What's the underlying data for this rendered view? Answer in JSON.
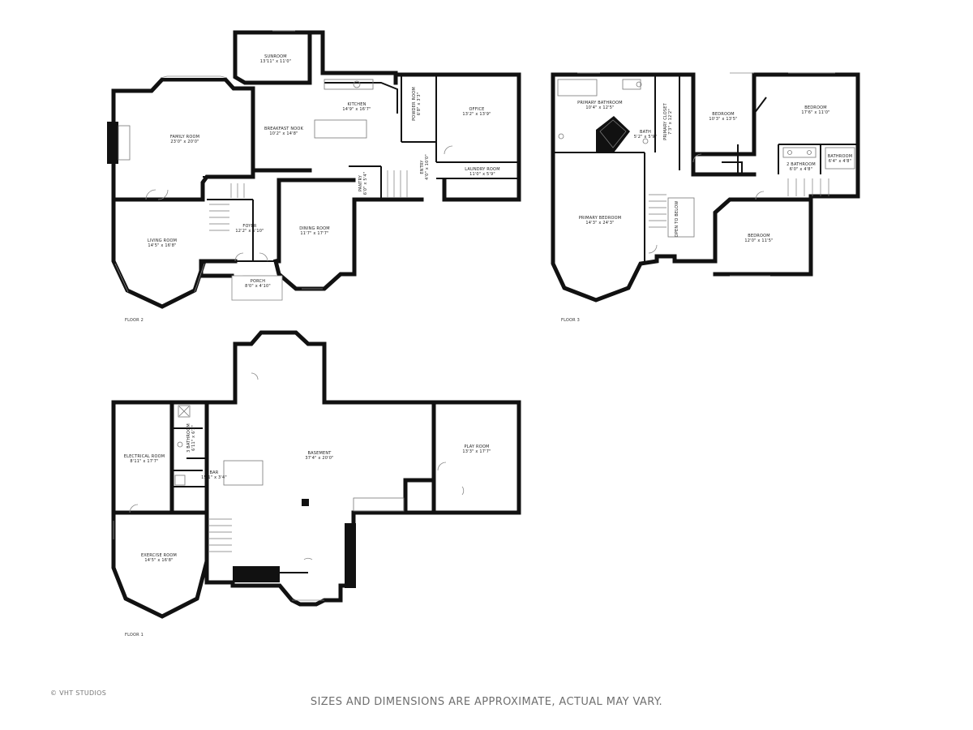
{
  "rooms": {
    "sunroom": {
      "name": "SUNROOM",
      "dims": "13'11\" x 11'0\""
    },
    "family_room": {
      "name": "FAMILY ROOM",
      "dims": "23'0\" x 20'0\""
    },
    "kitchen": {
      "name": "KITCHEN",
      "dims": "14'9\" x 16'7\""
    },
    "breakfast_nook": {
      "name": "BREAKFAST NOOK",
      "dims": "10'2\" x 14'8\""
    },
    "powder_room": {
      "name": "POWDER ROOM",
      "dims": "6'8\" x 3'3\""
    },
    "office": {
      "name": "OFFICE",
      "dims": "13'2\" x 13'9\""
    },
    "entry": {
      "name": "ENTRY",
      "dims": "4'0\" x 10'0\""
    },
    "laundry_room": {
      "name": "LAUNDRY ROOM",
      "dims": "11'0\" x 5'9\""
    },
    "pantry": {
      "name": "PANTRY",
      "dims": "6'0\" x 5'4\""
    },
    "foyer": {
      "name": "FOYER",
      "dims": "12'2\" x 5'10\""
    },
    "living_room": {
      "name": "LIVING ROOM",
      "dims": "14'5\" x 16'8\""
    },
    "dining_room": {
      "name": "DINING ROOM",
      "dims": "11'7\" x 17'7\""
    },
    "porch": {
      "name": "PORCH",
      "dims": "8'0\" x 4'10\""
    },
    "primary_bathroom": {
      "name": "PRIMARY BATHROOM",
      "dims": "10'4\" x 12'5\""
    },
    "primary_closet": {
      "name": "PRIMARY CLOSET",
      "dims": "7'3\" x 12'2\""
    },
    "bath": {
      "name": "BATH",
      "dims": "5'2\" x 5'9\""
    },
    "bedroom_1": {
      "name": "BEDROOM",
      "dims": "10'3\" x 13'5\""
    },
    "bedroom_2": {
      "name": "BEDROOM",
      "dims": "17'6\" x 11'0\""
    },
    "bathroom_2": {
      "name": "2 BATHROOM",
      "dims": "6'0\" x 4'8\""
    },
    "bathroom_3": {
      "name": "BATHROOM",
      "dims": "6'4\" x 4'8\""
    },
    "primary_bedroom": {
      "name": "PRIMARY BEDROOM",
      "dims": "14'3\" x 24'3\""
    },
    "open_to_below": {
      "name": "OPEN TO BELOW"
    },
    "bedroom_3": {
      "name": "BEDROOM",
      "dims": "12'0\" x 11'5\""
    },
    "bathroom_basement": {
      "name": "3 BATHROOM",
      "dims": "6'11\" x 6'1\""
    },
    "electrical_room": {
      "name": "ELECTRICAL ROOM",
      "dims": "8'11\" x 17'7\""
    },
    "bar": {
      "name": "BAR",
      "dims": "15'1\" x 3'4\""
    },
    "basement": {
      "name": "BASEMENT",
      "dims": "37'4\" x 20'0\""
    },
    "play_room": {
      "name": "PLAY ROOM",
      "dims": "13'3\" x 17'7\""
    },
    "exercise_room": {
      "name": "EXERCISE ROOM",
      "dims": "14'5\" x 16'8\""
    }
  },
  "floors": {
    "floor2": "FLOOR 2",
    "floor3": "FLOOR 3",
    "floor1": "FLOOR 1"
  },
  "footer": {
    "disclaimer": "SIZES AND DIMENSIONS ARE APPROXIMATE, ACTUAL MAY VARY.",
    "credit": "© VHT STUDIOS"
  }
}
